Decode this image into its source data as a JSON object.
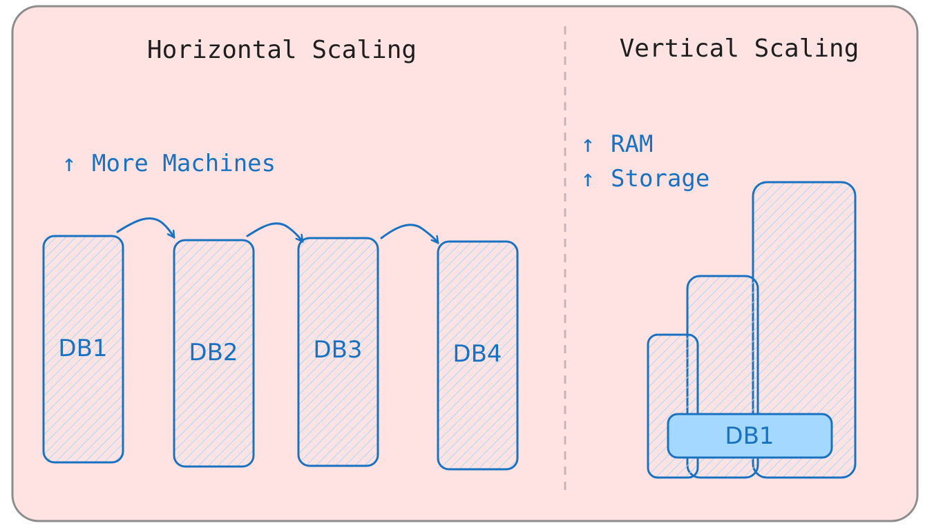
{
  "colors": {
    "panel_bg": "#ffe3e3",
    "panel_border": "#8c8c8c",
    "stroke": "#1971c2",
    "hatch": "#a5d8ff",
    "divider": "#c8b6b6",
    "title": "#1e1e1e"
  },
  "horizontal": {
    "title": "Horizontal Scaling",
    "note_arrow": "↑",
    "note": "More Machines",
    "databases": [
      "DB1",
      "DB2",
      "DB3",
      "DB4"
    ]
  },
  "vertical": {
    "title": "Vertical Scaling",
    "notes": [
      {
        "arrow": "↑",
        "label": "RAM"
      },
      {
        "arrow": "↑",
        "label": "Storage"
      }
    ],
    "database": "DB1"
  }
}
